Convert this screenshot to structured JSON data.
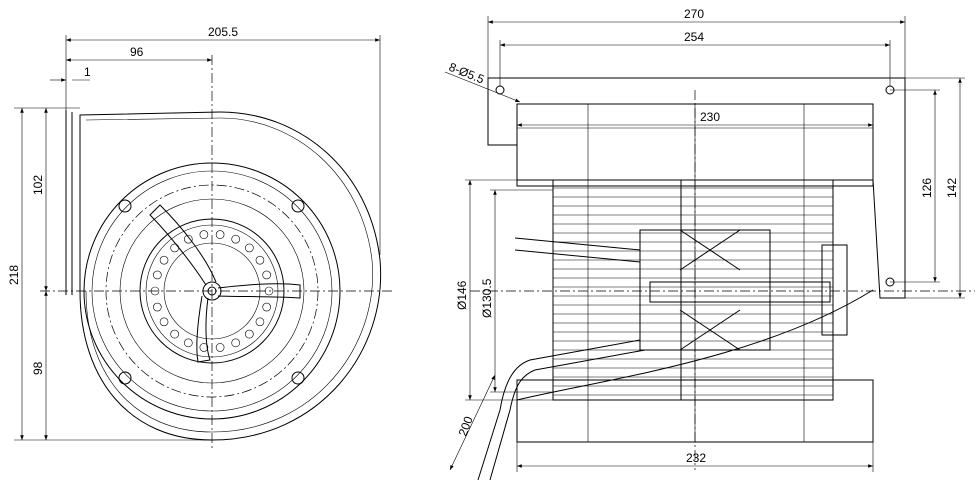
{
  "front_view": {
    "width_overall": "205.5",
    "center_offset": "96",
    "flange_offset": "1",
    "upper_height": "102",
    "total_height": "218",
    "lower_height": "98"
  },
  "side_view": {
    "width_overall": "270",
    "hole_spacing": "254",
    "mounting_holes": "8-Ø5.5",
    "inlet_width_top": "230",
    "hole_spacing_vertical": "126",
    "flange_height": "142",
    "outer_diameter": "Ø146",
    "inner_diameter": "Ø130.5",
    "cable_length": "200",
    "inlet_width_bottom": "232"
  }
}
